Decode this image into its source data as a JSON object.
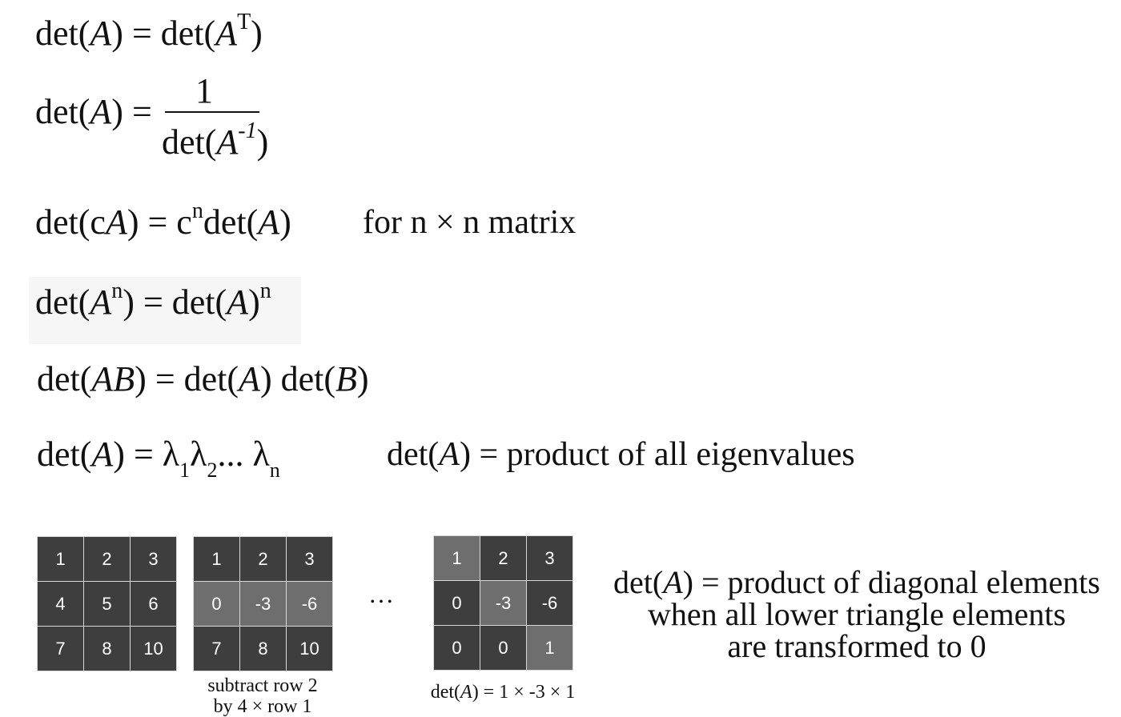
{
  "equations": {
    "transpose": {
      "lhs": "det(",
      "var": "A",
      "mid": ") = det(",
      "var2": "A",
      "sup": "T",
      "end": ")"
    },
    "inverse": {
      "lhs": "det(",
      "var": "A",
      "mid": ") =",
      "numerator": "1",
      "den_start": "det(",
      "den_var": "A",
      "den_sup": "-1",
      "den_end": ")"
    },
    "scalar": {
      "text1": "det(c",
      "var": "A",
      "text2": ") =  c",
      "sup": "n",
      "text3": "det(",
      "var2": "A",
      "text4": ")",
      "note": "for n × n matrix"
    },
    "power": {
      "text1": "det(",
      "var": "A",
      "sup": "n",
      "text2": ") = det(",
      "var2": "A",
      "text3": ")",
      "sup2": "n"
    },
    "product": {
      "text1": "det(",
      "var": "AB",
      "text2": ") = det(",
      "var2": "A",
      "text3": ") det(",
      "var3": "B",
      "text4": ")"
    },
    "eigen": {
      "text1": "det(",
      "var": "A",
      "text2": ") = λ",
      "sub1": "1",
      "l2": "λ",
      "sub2": "2",
      "dots": "... λ",
      "subn": "n",
      "note_start": "det(",
      "note_var": "A",
      "note_end": ") = product of all eigenvalues"
    }
  },
  "matrices": {
    "original": [
      [
        "1",
        "2",
        "3"
      ],
      [
        "4",
        "5",
        "6"
      ],
      [
        "7",
        "8",
        "10"
      ]
    ],
    "after_subtract": [
      [
        "1",
        "2",
        "3"
      ],
      [
        "0",
        "-3",
        "-6"
      ],
      [
        "7",
        "8",
        "10"
      ]
    ],
    "triangular": [
      [
        "1",
        "2",
        "3"
      ],
      [
        "0",
        "-3",
        "-6"
      ],
      [
        "0",
        "0",
        "1"
      ]
    ],
    "ellipsis": "…"
  },
  "captions": {
    "subtract_line1": "subtract row 2",
    "subtract_line2": "by 4 × row 1",
    "det_start": "det(",
    "det_var": "A",
    "det_end": ") = 1 × -3 × 1"
  },
  "diagonal_note": {
    "line1_start": "det(",
    "line1_var": "A",
    "line1_end": ") = product of diagonal elements",
    "line2": "when all lower triangle elements",
    "line3": "are transformed to 0"
  }
}
